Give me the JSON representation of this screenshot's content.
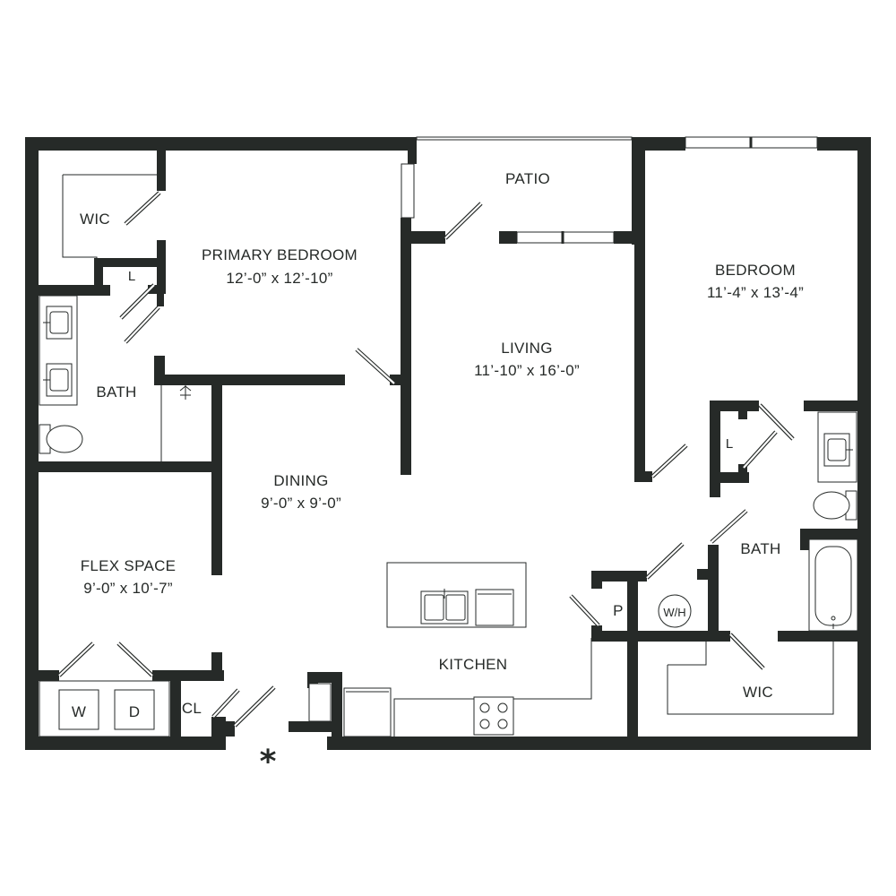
{
  "rooms": {
    "patio": {
      "name": "PATIO"
    },
    "wic_left": {
      "name": "WIC"
    },
    "primary_bedroom": {
      "name": "PRIMARY BEDROOM",
      "dims": "12’-0” x 12’-10”"
    },
    "linen_left": {
      "name": "L"
    },
    "bath_left": {
      "name": "BATH"
    },
    "living": {
      "name": "LIVING",
      "dims": "11’-10” x 16’-0”"
    },
    "bedroom": {
      "name": "BEDROOM",
      "dims": "11’-4” x 13’-4”"
    },
    "linen_right": {
      "name": "L"
    },
    "dining": {
      "name": "DINING",
      "dims": "9’-0” x 9’-0”"
    },
    "flex_space": {
      "name": "FLEX SPACE",
      "dims": "9’-0” x 10’-7”"
    },
    "bath_right": {
      "name": "BATH"
    },
    "pantry": {
      "name": "P"
    },
    "water_heater": {
      "name": "W/H"
    },
    "kitchen": {
      "name": "KITCHEN"
    },
    "wic_right": {
      "name": "WIC"
    },
    "washer": {
      "name": "W"
    },
    "dryer": {
      "name": "D"
    },
    "closet": {
      "name": "CL"
    }
  },
  "entry_marker": "*",
  "colors": {
    "wall": "#262a28",
    "background": "#ffffff"
  },
  "icons": [
    "sink-icon",
    "toilet-icon",
    "bathtub-icon",
    "stove-icon",
    "door-swing-icon",
    "window-icon"
  ]
}
